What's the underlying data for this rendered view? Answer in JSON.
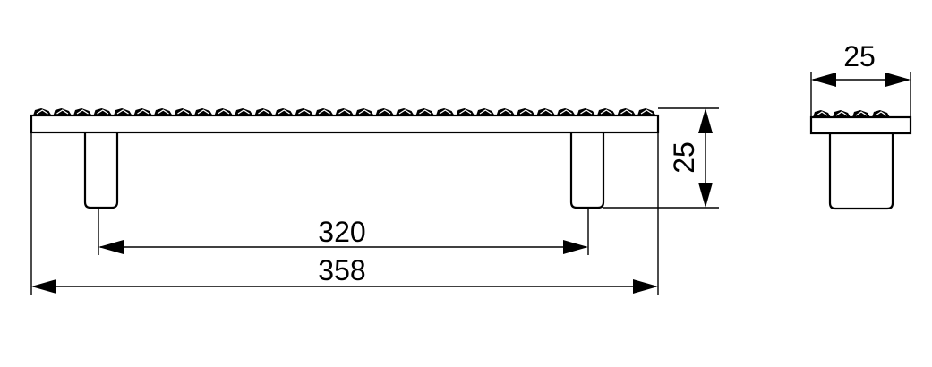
{
  "drawing": {
    "front_view": {
      "dims": {
        "height_label": "25",
        "hole_spacing_label": "320",
        "overall_length_label": "358"
      }
    },
    "side_view": {
      "dims": {
        "width_label": "25"
      }
    },
    "line_color": "#000000",
    "background": "#ffffff"
  }
}
